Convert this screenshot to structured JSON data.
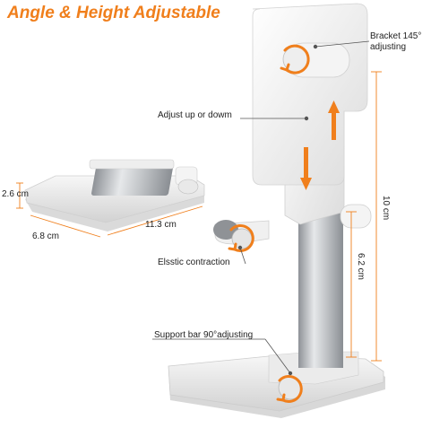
{
  "headline": "Angle & Height Adjustable",
  "callouts": {
    "bracket_line1": "Bracket 145°",
    "bracket_line2": "adjusting",
    "adjust_up_down": "Adjust up or dowm",
    "elastic_contraction": "Elsstic contraction",
    "support_bar": "Support bar 90°adjusting"
  },
  "dimensions": {
    "folded_height": "2.6 cm",
    "folded_width": "6.8 cm",
    "folded_length": "11.3 cm",
    "total_height": "10 cm",
    "pole_height": "6.2 cm"
  },
  "colors": {
    "accent": "#f07f1c",
    "stand_white": "#f2f2f2",
    "metal": "#b9bcbf",
    "text": "#222222"
  }
}
